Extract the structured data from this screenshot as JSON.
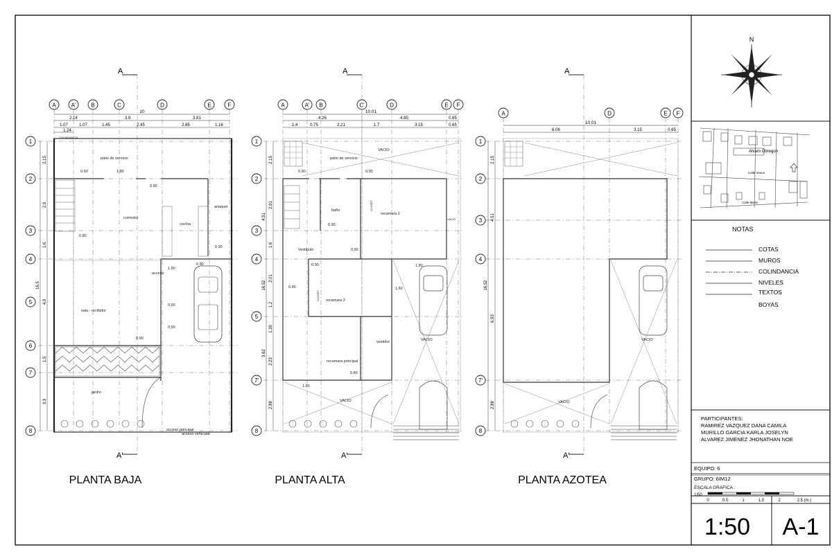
{
  "plans": [
    {
      "title": "PLANTA BAJA",
      "grid_top": [
        "A",
        "A'",
        "B",
        "C",
        "D",
        "E",
        "F"
      ],
      "grid_side": [
        "1",
        "2",
        "3",
        "4",
        "5",
        "6",
        "7",
        "8"
      ],
      "dims_top": [
        "10",
        "2.14",
        "3.9",
        "3.81",
        "1.07",
        "1.07",
        "1.45",
        "2.45",
        "2.65",
        "1.16",
        "1.24"
      ],
      "dims_side": [
        "16.5",
        "2.15",
        "2.9",
        "1.6",
        "4.9",
        "1.5",
        "3.3"
      ],
      "section_mark": "A'",
      "section_mark_top": "A",
      "labels": [
        "patio de servicio",
        "comedor",
        "cocina",
        "anaquel",
        "sala - recibidor",
        "jardín",
        "acceso",
        "acceso principal",
        "acceso vehicular",
        "COLINDANCIA"
      ],
      "values": [
        "0.60",
        "0.80",
        "0.90",
        "1.50",
        "0.90",
        "0.90",
        "0.90",
        "1.80",
        "0.90",
        "0.90"
      ]
    },
    {
      "title": "PLANTA ALTA",
      "grid_top": [
        "A",
        "A'",
        "B",
        "C'",
        "D",
        "E",
        "F"
      ],
      "grid_side": [
        "1",
        "2",
        "3",
        "4",
        "5",
        "7'",
        "8"
      ],
      "dims_top": [
        "10.01",
        "4.26",
        "4.85",
        "0.65",
        "1.4",
        "0.75",
        "2.21",
        "1.7",
        "3.15",
        "0.65"
      ],
      "dims_side": [
        "16.52",
        "2.15",
        "4.51",
        "2.91",
        "1.6",
        "2.01",
        "1.2",
        "1.39",
        "3.62",
        "2.23",
        "2.88"
      ],
      "section_mark": "A'",
      "section_mark_top": "A",
      "labels": [
        "VACIO",
        "patio de servicio",
        "baño",
        "recamara 2",
        "CLOSET",
        "Vestibulo",
        "recamara 3",
        "CLOSET",
        "vestidor",
        "recamara principal",
        "VACIO",
        "VACIO",
        "VACIO"
      ],
      "values": [
        "0.90",
        "0.90",
        "0.90",
        "0.90",
        "0.90",
        "1.80",
        "1.60",
        "1.60",
        "0.80",
        "0.90"
      ]
    },
    {
      "title": "PLANTA AZOTEA",
      "grid_top": [
        "A",
        "D",
        "E",
        "F"
      ],
      "grid_side": [
        "1",
        "2",
        "3",
        "4",
        "7'",
        "8"
      ],
      "dims_top": [
        "10.01",
        "6.06",
        "3.15",
        "0.65"
      ],
      "dims_side": [
        "16.52",
        "2.15",
        "4.51",
        "6.93",
        "2.88"
      ],
      "section_mark": "A'",
      "section_mark_top": "A",
      "labels": [
        "VACIO",
        "VACIO"
      ],
      "values": []
    }
  ],
  "title_block": {
    "north": "N",
    "location_labels": [
      "Alvaro Obregon",
      "Calle Venus",
      "Calle Marte"
    ],
    "notes_title": "NOTAS",
    "notes": [
      "COTAS",
      "MUROS",
      "COLINDANCIA",
      "NIVELES",
      "TEXTOS",
      "BOYAS"
    ],
    "participants_title": "PARTICIPANTES:",
    "participants": [
      "RAMIREZ VAZQUEZ DANA CAMILA",
      "MURILLO GARCIA KARLA JOSELYN",
      "ALVAREZ JIMENEZ JHONATHAN NOE"
    ],
    "team": "EQUIPO: 6",
    "group": "GRUPO: 6IM12",
    "scale_title": "ESCALA GRAFICA :",
    "scale_ratio": "1/50",
    "scale_ticks": [
      "0",
      "0.5",
      "1",
      "1.5",
      "2",
      "2.5 (m.)"
    ],
    "scale_big": "1:50",
    "sheet_id": "A-1"
  }
}
